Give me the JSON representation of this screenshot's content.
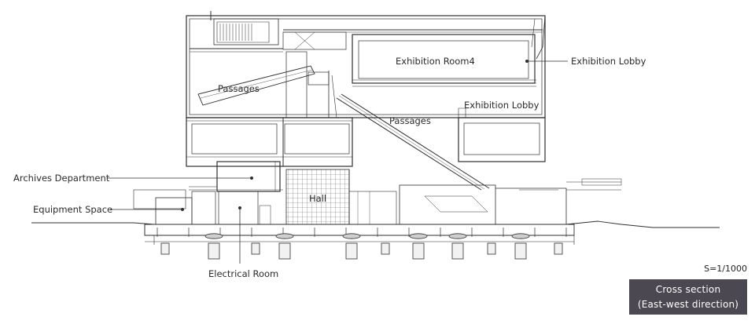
{
  "labels": {
    "exhibition_room4": "Exhibition Room4",
    "exhibition_lobby_upper": "Exhibition Lobby",
    "exhibition_lobby_mid": "Exhibition Lobby",
    "passages_left": "Passages",
    "passages_right": "Passages",
    "hall": "Hall",
    "archives_department": "Archives Department",
    "equipment_space": "Equipment Space",
    "electrical_room": "Electrical Room"
  },
  "scale_note": "S=1/1000",
  "caption": {
    "line1": "Cross section",
    "line2": "(East-west direction)"
  },
  "colors": {
    "line": "#2f2f2f",
    "caption_bg": "#4b4851",
    "caption_text": "#ffffff"
  }
}
